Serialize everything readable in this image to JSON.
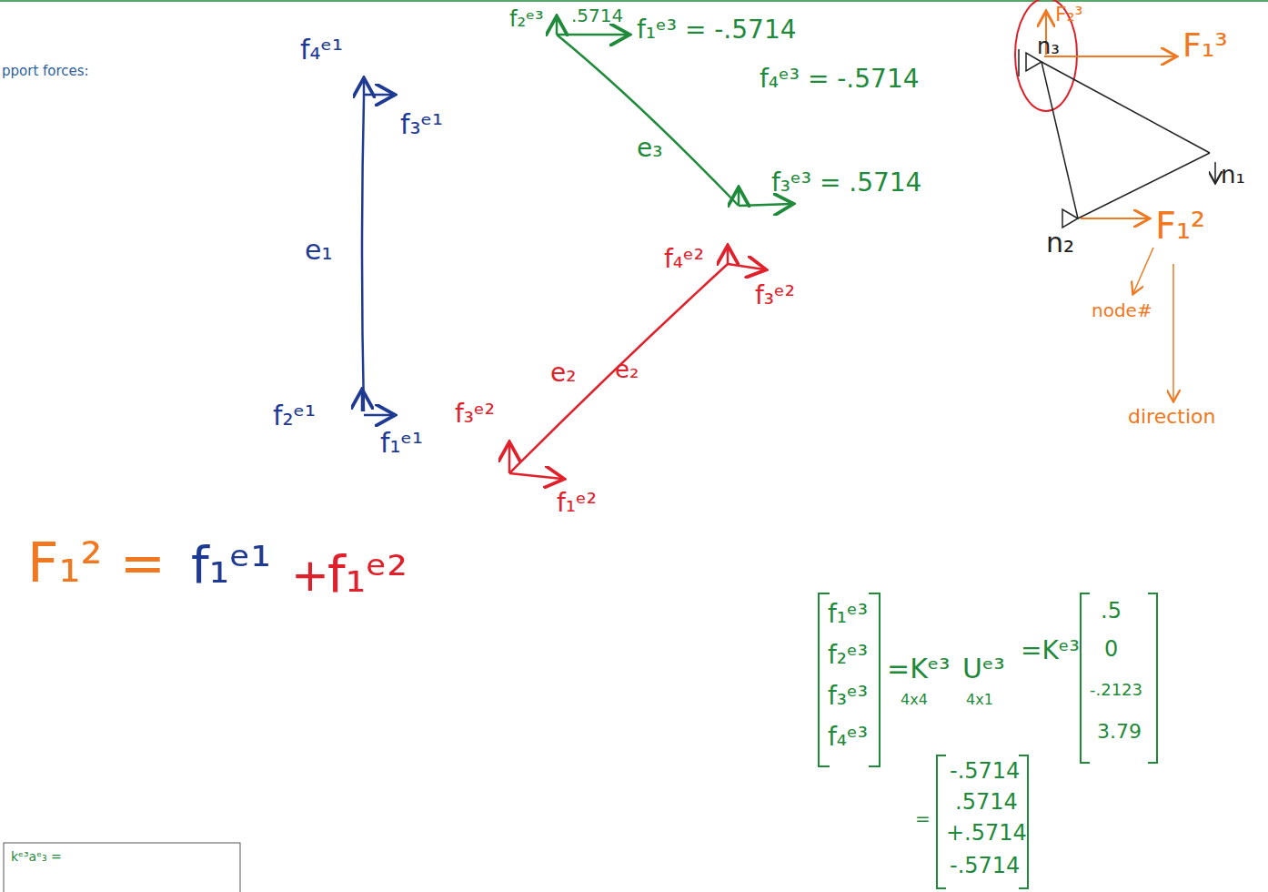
{
  "diagram": {
    "labels": [
      "pport forces:",
      "f₄ᵉ¹",
      "f₃ᵉ¹",
      "e₁",
      "f₂ᵉ¹",
      "f₁ᵉ¹",
      "f₂ᵉ³",
      ".5714",
      "f₁ᵉ³ = -.5714",
      "e₃",
      "f₄ᵉ³ = -.5714",
      "f₃ᵉ³ = .5714",
      "f₄ᵉ²",
      "f₃ᵉ²",
      "e₂",
      "e₂",
      "f₃ᵉ²",
      "f₁ᵉ²",
      "n₃",
      "F₂³",
      "F₁³",
      "n₁",
      "n₂",
      "F₁²",
      "node#",
      "direction",
      "F₁² =",
      "f₁ᵉ¹",
      "+",
      "f₁ᵉ²",
      "f₁ᵉ³",
      "f₂ᵉ³",
      "f₃ᵉ³",
      "f₄ᵉ³",
      "=Kᵉ³",
      "4x4",
      "Uᵉ³",
      "4x1",
      "=Kᵉ³",
      ".5",
      "0",
      "-.2123",
      "3.79",
      "=",
      "-.5714",
      ".5714",
      "+.5714",
      "-.5714",
      "kᵉ³aᵉ₃ ="
    ]
  }
}
